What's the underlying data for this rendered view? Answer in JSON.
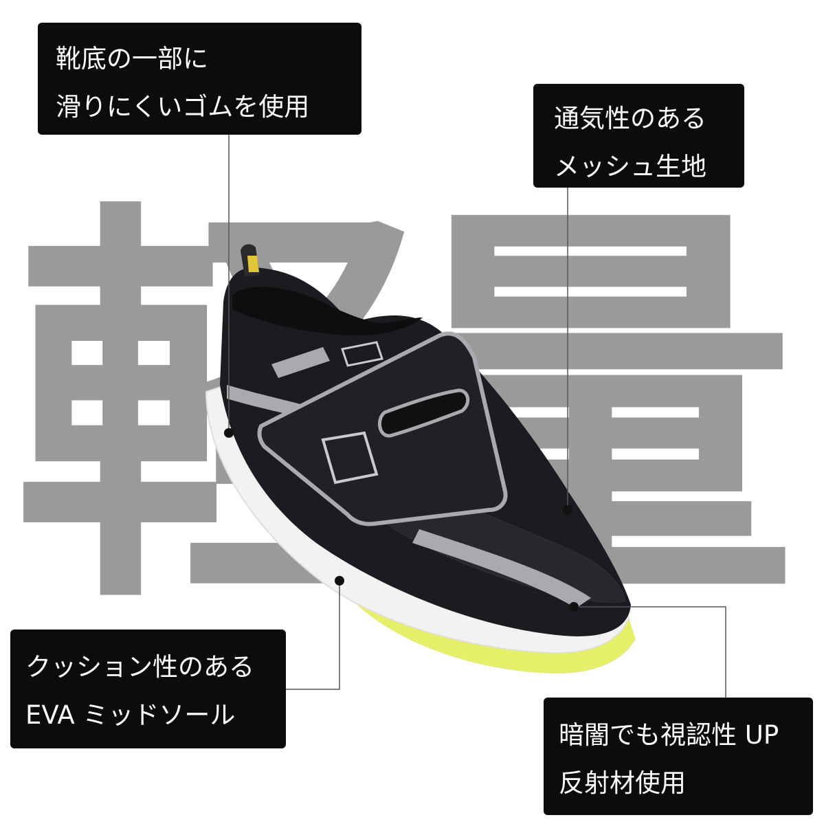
{
  "background_text": {
    "left": "軽",
    "right": "量"
  },
  "callouts": {
    "sole": {
      "line1": "靴底の一部に",
      "line2": "滑りにくいゴムを使用"
    },
    "mesh": {
      "line1": "通気性のある",
      "line2": "メッシュ生地"
    },
    "eva": {
      "line1": "クッション性のある",
      "line2": "EVA ミッドソール"
    },
    "reflect": {
      "line1": "暗闇でも視認性 UP",
      "line2": "反射材使用"
    }
  },
  "colors": {
    "callout_bg": "#0c0c0c",
    "callout_text": "#ffffff",
    "background_kanji": "#9a9a9a",
    "shoe_body": "#1c1c20",
    "reflective_trim": "#a8aaae",
    "midsole": "#f2f2f2",
    "outsole_accent": "#e6ef6a"
  }
}
